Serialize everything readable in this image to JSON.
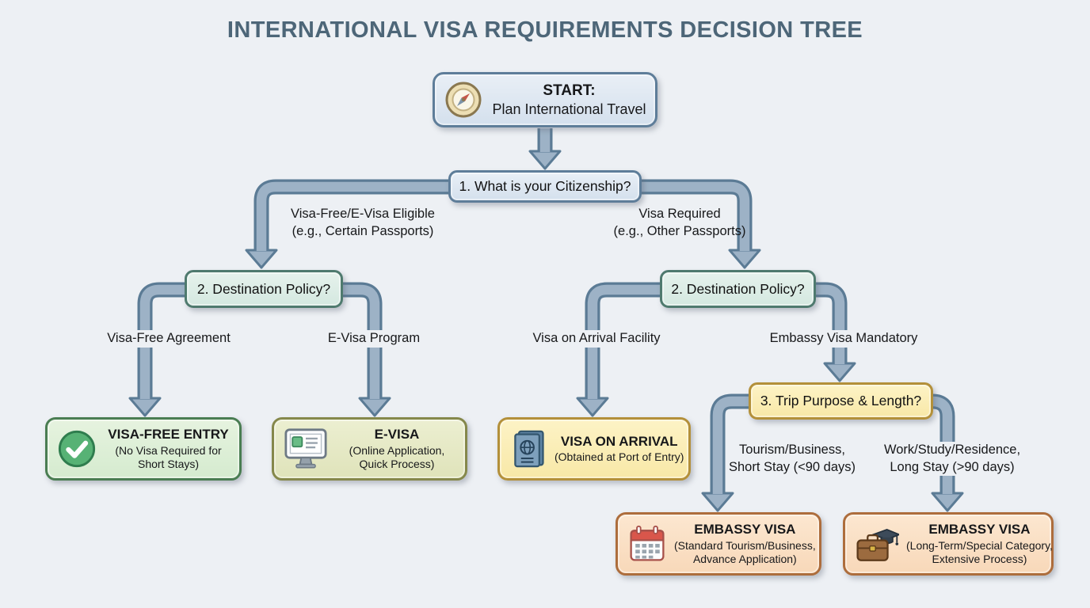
{
  "title": "INTERNATIONAL VISA REQUIREMENTS DECISION TREE",
  "colors": {
    "page_bg": "#edf0f4",
    "title_text": "#4d6678",
    "connector_fill": "#9db2c6",
    "connector_border": "#5b7b95",
    "text": "#17181a",
    "start_box_border": "#5e7d99",
    "destination_box_border": "#4f7a6e",
    "trip_box_border": "#b3903a",
    "visa_free_box_border": "#4a7d52",
    "e_visa_box_border": "#85884b",
    "visa_on_arrival_box_border": "#b3903a",
    "embassy_box_border": "#ad6d3c"
  },
  "nodes": {
    "start": {
      "heading": "START:",
      "subheading": "Plan International Travel",
      "icon": "compass-icon"
    },
    "citizenship": {
      "label": "1. What is your Citizenship?"
    },
    "destination_left": {
      "label": "2. Destination Policy?"
    },
    "destination_right": {
      "label": "2. Destination Policy?"
    },
    "trip_purpose": {
      "label": "3. Trip Purpose & Length?"
    },
    "visa_free_entry": {
      "title": "VISA-FREE ENTRY",
      "subtitle_line1": "(No Visa Required for",
      "subtitle_line2": "Short Stays)",
      "icon": "check-icon"
    },
    "e_visa": {
      "title": "E-VISA",
      "subtitle_line1": "(Online Application,",
      "subtitle_line2": "Quick Process)",
      "icon": "monitor-icon"
    },
    "visa_on_arrival": {
      "title": "VISA ON ARRIVAL",
      "subtitle_line1": "(Obtained at Port of Entry)",
      "icon": "passport-icon"
    },
    "embassy_standard": {
      "title": "EMBASSY VISA",
      "subtitle_line1": "(Standard Tourism/Business,",
      "subtitle_line2": "Advance Application)",
      "icon": "calendar-icon"
    },
    "embassy_longterm": {
      "title": "EMBASSY VISA",
      "subtitle_line1": "(Long-Term/Special Category,",
      "subtitle_line2": "Extensive Process)",
      "icon": "briefcase-graduation-icon"
    }
  },
  "edge_labels": {
    "eligible": {
      "line1": "Visa-Free/E-Visa Eligible",
      "line2": "(e.g., Certain Passports)"
    },
    "required": {
      "line1": "Visa Required",
      "line2": "(e.g., Other Passports)"
    },
    "visa_free_agreement": {
      "line1": "Visa-Free Agreement"
    },
    "e_visa_program": {
      "line1": "E-Visa Program"
    },
    "visa_on_arrival_facility": {
      "line1": "Visa on Arrival Facility"
    },
    "embassy_visa_mandatory": {
      "line1": "Embassy Visa Mandatory"
    },
    "tourism_short": {
      "line1": "Tourism/Business,",
      "line2": "Short Stay (<90 days)"
    },
    "work_long": {
      "line1": "Work/Study/Residence,",
      "line2": "Long Stay (>90 days)"
    }
  }
}
